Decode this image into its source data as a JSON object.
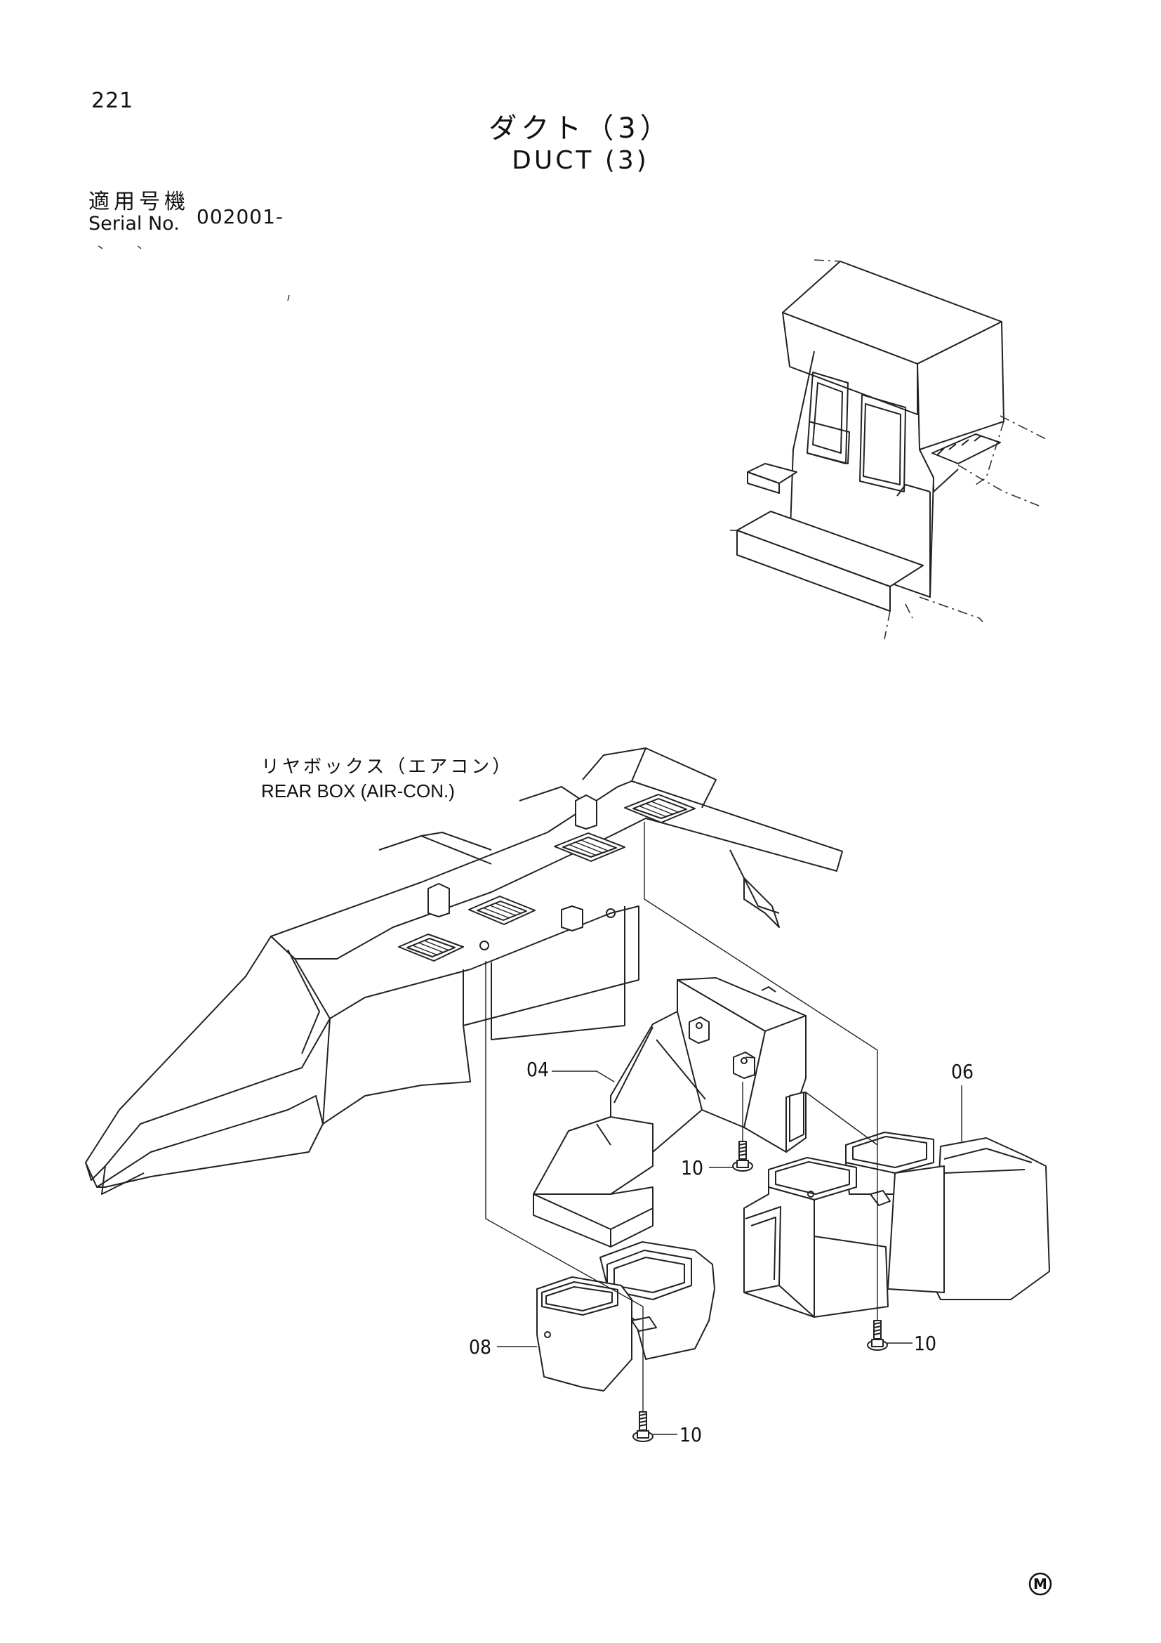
{
  "page": {
    "number": "221"
  },
  "title": {
    "jp": "ダクト（3）",
    "en": "DUCT (3)"
  },
  "serial": {
    "label_jp": "適用号機",
    "label_en": "Serial No.",
    "value": "002001-"
  },
  "assembly_label": {
    "jp": "リヤボックス（エアコン）",
    "en": "REAR BOX (AIR-CON.)"
  },
  "callouts": {
    "c04": "04",
    "c06": "06",
    "c08": "08",
    "c10a": "10",
    "c10b": "10",
    "c10c": "10"
  },
  "mark": {
    "text": "M"
  }
}
